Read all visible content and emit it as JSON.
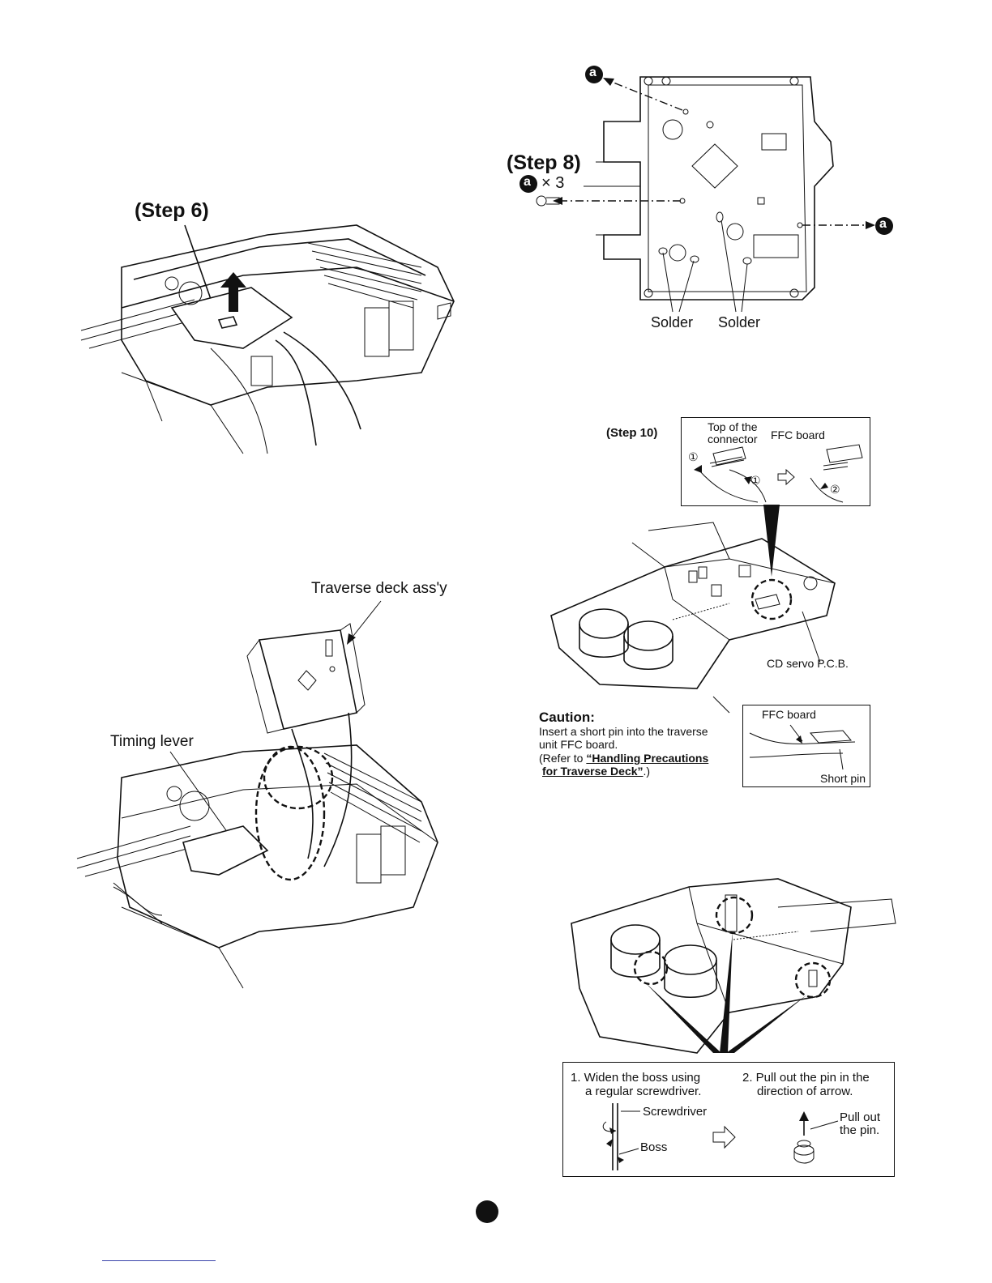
{
  "fig_step6": {
    "step_label": "(Step 6)"
  },
  "fig_step8": {
    "step_label": "(Step 8)",
    "screw_marker": "a",
    "screw_count": "× 3",
    "solder_left": "Solder",
    "solder_right": "Solder"
  },
  "fig_traverse": {
    "traverse_label": "Traverse deck ass'y",
    "timing_label": "Timing lever"
  },
  "fig_step10": {
    "step_label": "(Step 10)",
    "top_of_connector_line1": "Top of the",
    "top_of_connector_line2": "connector",
    "ffc_board": "FFC board",
    "marker_1": "①",
    "marker_2": "②",
    "cd_servo": "CD servo P.C.B."
  },
  "caution": {
    "title": "Caution:",
    "line1": "Insert a short pin into the traverse",
    "line2": "unit FFC board.",
    "line3_prefix": "(Refer to ",
    "link_part1": "“Handling Precautions",
    "link_part2": "for Traverse Deck”",
    "line4_suffix": ".)",
    "ffc_board": "FFC board",
    "short_pin": "Short pin"
  },
  "instructions": {
    "step1_line1": "1. Widen the boss using",
    "step1_line2": "a regular screwdriver.",
    "step2_line1": "2. Pull out the pin in the",
    "step2_line2": "direction of arrow.",
    "screwdriver": "Screwdriver",
    "boss": "Boss",
    "pull_out_line1": "Pull out",
    "pull_out_line2": "the pin."
  }
}
